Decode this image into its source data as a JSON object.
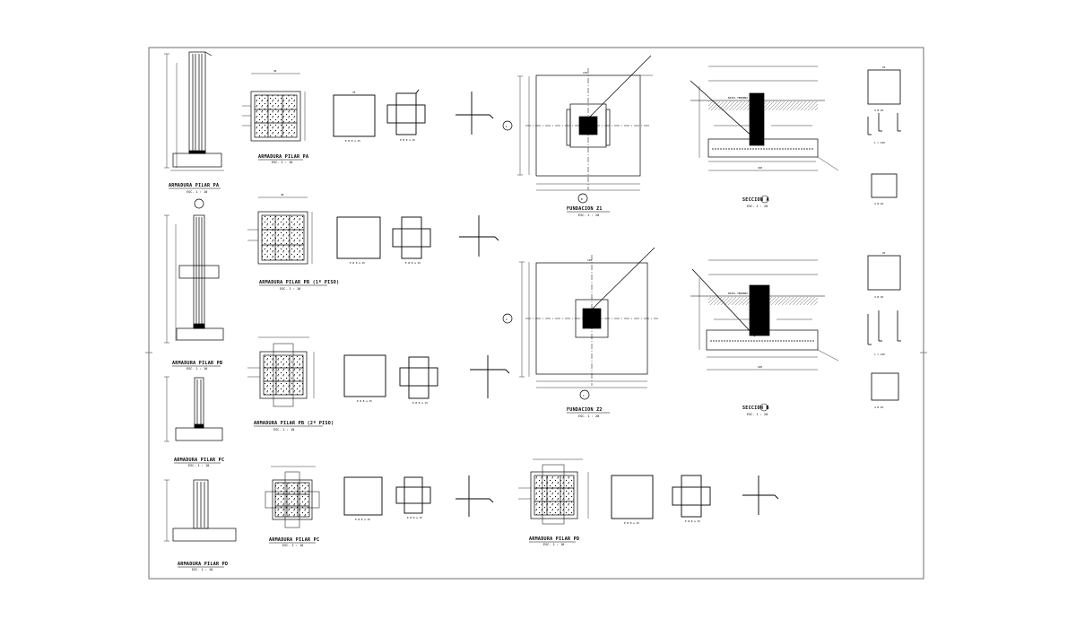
{
  "sheet": {
    "title": "Structural detail sheet - column and footing reinforcement"
  },
  "colors": {
    "line": "#000000",
    "paper": "#ffffff",
    "border": "#6f6f6f"
  },
  "titles": {
    "pa_elev": "ARMADURA PILAR  PA",
    "pa_sect": "ARMADURA PILAR  PA",
    "pb_elev": "ARMADURA PILAR  PB",
    "pb_sect": "ARMADURA PILAR  PB (1º PISO)",
    "pb2_sect": "ARMADURA PILAR  PB (2º PISO)",
    "pc_elev": "ARMADURA PILAR  PC",
    "pc_sect": "ARMADURA PILAR  PC",
    "pd_elev": "ARMADURA PILAR  PD",
    "pd_sect": "ARMADURA PILAR  PD",
    "z1": "FUNDACION  Z1",
    "z2": "FUNDACION  Z2",
    "sec_a": "SECCION  A",
    "sec_b": "SECCION  B",
    "scale": "ESC. 1 : 10",
    "scale2": "ESC. 1 : 20"
  },
  "labels": {
    "marker_a": "A",
    "marker_b": "B",
    "marker_c": "C",
    "bar_note": "4 Ø 10",
    "stirrup_note": "E Ø 8 a 15",
    "ground_note": "NIVEL TERRENO",
    "dim_100": "100",
    "dim_120": "120",
    "dim_35": "35",
    "dim_40": "40",
    "dim_25": "25",
    "dim_l": "L = 120"
  }
}
